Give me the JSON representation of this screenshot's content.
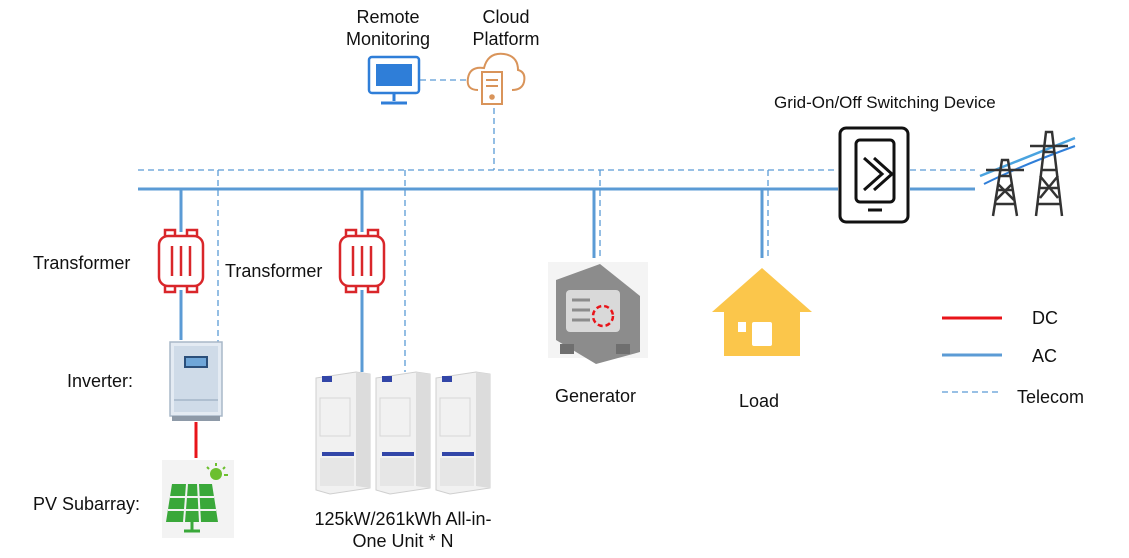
{
  "labels": {
    "remote_monitoring": [
      "Remote",
      "Monitoring"
    ],
    "cloud_platform": [
      "Cloud",
      "Platform"
    ],
    "grid_switch": "Grid-On/Off Switching Device",
    "transformer_left": "Transformer",
    "transformer_mid": "Transformer",
    "inverter": "Inverter:",
    "pv_subarray": "PV Subarray:",
    "all_in_one": [
      "125kW/261kWh All-in-",
      "One Unit * N"
    ],
    "generator": "Generator",
    "load": "Load"
  },
  "legend": [
    {
      "label": "DC",
      "color": "#e8141a",
      "style": "solid"
    },
    {
      "label": "AC",
      "color": "#5b9bd5",
      "style": "solid"
    },
    {
      "label": "Telecom",
      "color": "#5b9bd5",
      "style": "dashed"
    }
  ],
  "colors": {
    "ac": "#5b9bd5",
    "telecom": "#5b9bd5",
    "dc": "#e8141a",
    "transformer": "#d9262a",
    "monitor": "#2f7ed8",
    "cloud": "#d9945a",
    "pv": "#3aa83a",
    "sun": "#6cbf2e",
    "load_house": "#fbc64b",
    "generator": "#8c8c8c"
  },
  "icons": {
    "monitor": "desktop-monitor-icon",
    "cloud": "cloud-server-icon",
    "switch": "grid-switch-icon",
    "tower": "power-tower-icon",
    "transformer": "transformer-icon",
    "inverter": "inverter-icon",
    "pv": "solar-panel-icon",
    "cabinet": "battery-cabinet-icon",
    "generator": "generator-icon",
    "load": "house-icon"
  }
}
